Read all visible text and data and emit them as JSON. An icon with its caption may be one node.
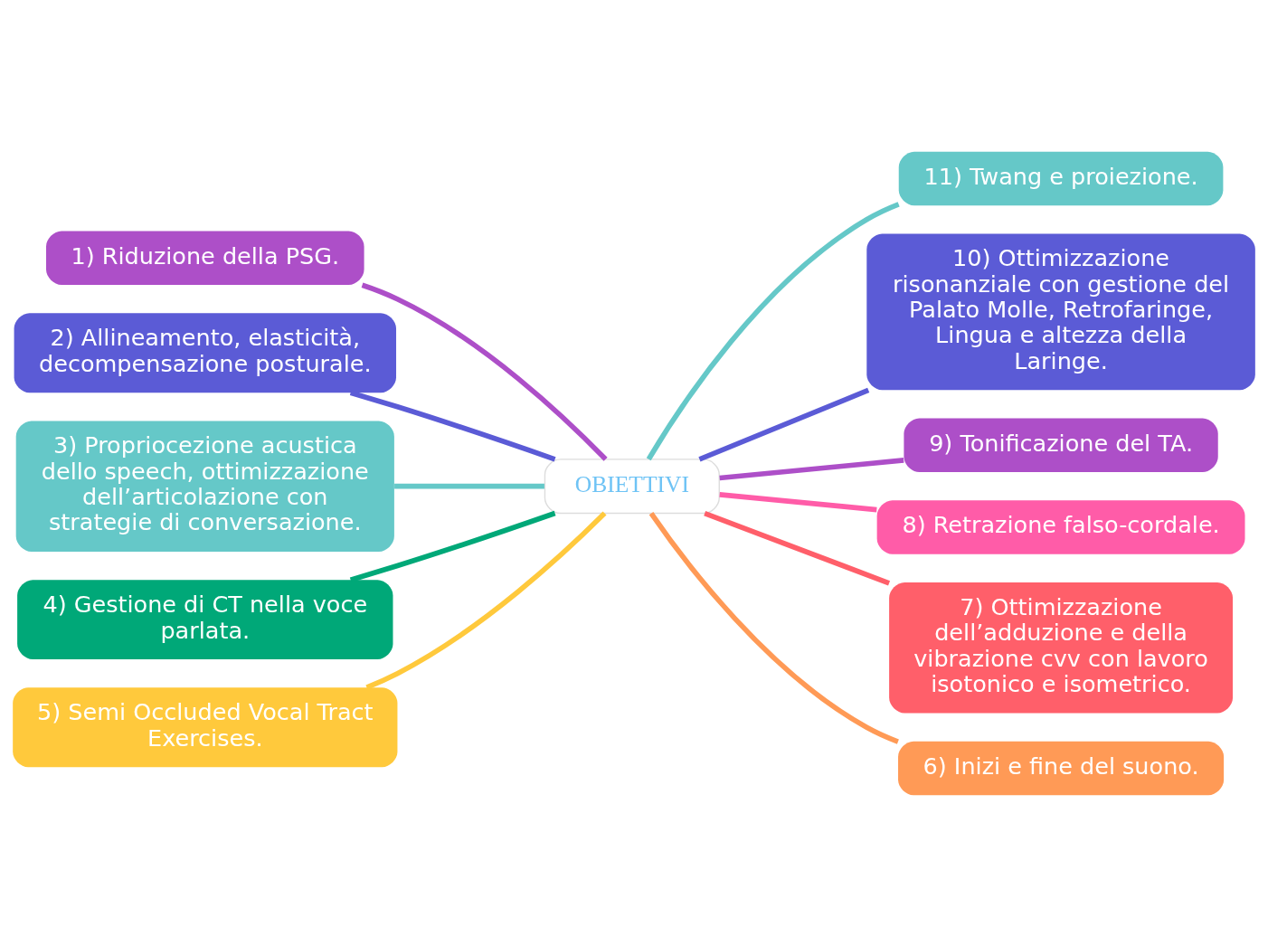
{
  "diagram": {
    "nodes": [
      {
        "text": [
          "OBIETTIVI"
        ]
      },
      {
        "text": [
          "1) Riduzione della PSG."
        ]
      },
      {
        "text": [
          "2) Allineamento, elasticità, decompensazione posturale."
        ]
      },
      {
        "text": [
          "3) Propriocezione acustica dello speech, ottimizzazione dell’articolazione con strategie di conversazione."
        ]
      },
      {
        "text": [
          "4) Gestione di CT nella voce parlata."
        ]
      },
      {
        "text": [
          "5) Semi Occluded Vocal Tract Exercises."
        ]
      },
      {
        "text": [
          "6) Inizi e fine del suono."
        ]
      },
      {
        "text": [
          "7) Ottimizzazione dell’adduzione e della vibrazione cvv con lavoro isotonico e isometrico."
        ]
      },
      {
        "text": [
          "8) Retrazione falso-cordale."
        ]
      },
      {
        "text": [
          "9) Tonificazione del TA."
        ]
      },
      {
        "text": [
          "10) Ottimizzazione risonanziale con gestione del Palato Molle, Retrofaringe, Lingua e altezza della Laringe."
        ]
      },
      {
        "text": [
          "11) Twang e proiezione."
        ]
      }
    ],
    "edges": [
      {
        "from": 1,
        "to": 0,
        "arrow": "none",
        "color": "#ad4fc8"
      },
      {
        "from": 2,
        "to": 0,
        "arrow": "none",
        "color": "#5b5bd6"
      },
      {
        "from": 3,
        "to": 0,
        "arrow": "none",
        "color": "#65c8c8"
      },
      {
        "from": 4,
        "to": 0,
        "arrow": "none",
        "color": "#00a878"
      },
      {
        "from": 5,
        "to": 0,
        "arrow": "none",
        "color": "#ffc93c"
      },
      {
        "from": 0,
        "to": 6,
        "arrow": "none",
        "color": "#ff9a56"
      },
      {
        "from": 0,
        "to": 7,
        "arrow": "none",
        "color": "#ff5f6a"
      },
      {
        "from": 0,
        "to": 8,
        "arrow": "none",
        "color": "#ff5ca8"
      },
      {
        "from": 0,
        "to": 9,
        "arrow": "none",
        "color": "#ad4fc8"
      },
      {
        "from": 0,
        "to": 10,
        "arrow": "none",
        "color": "#5b5bd6"
      },
      {
        "from": 0,
        "to": 11,
        "arrow": "none",
        "color": "#65c8c8"
      }
    ]
  }
}
